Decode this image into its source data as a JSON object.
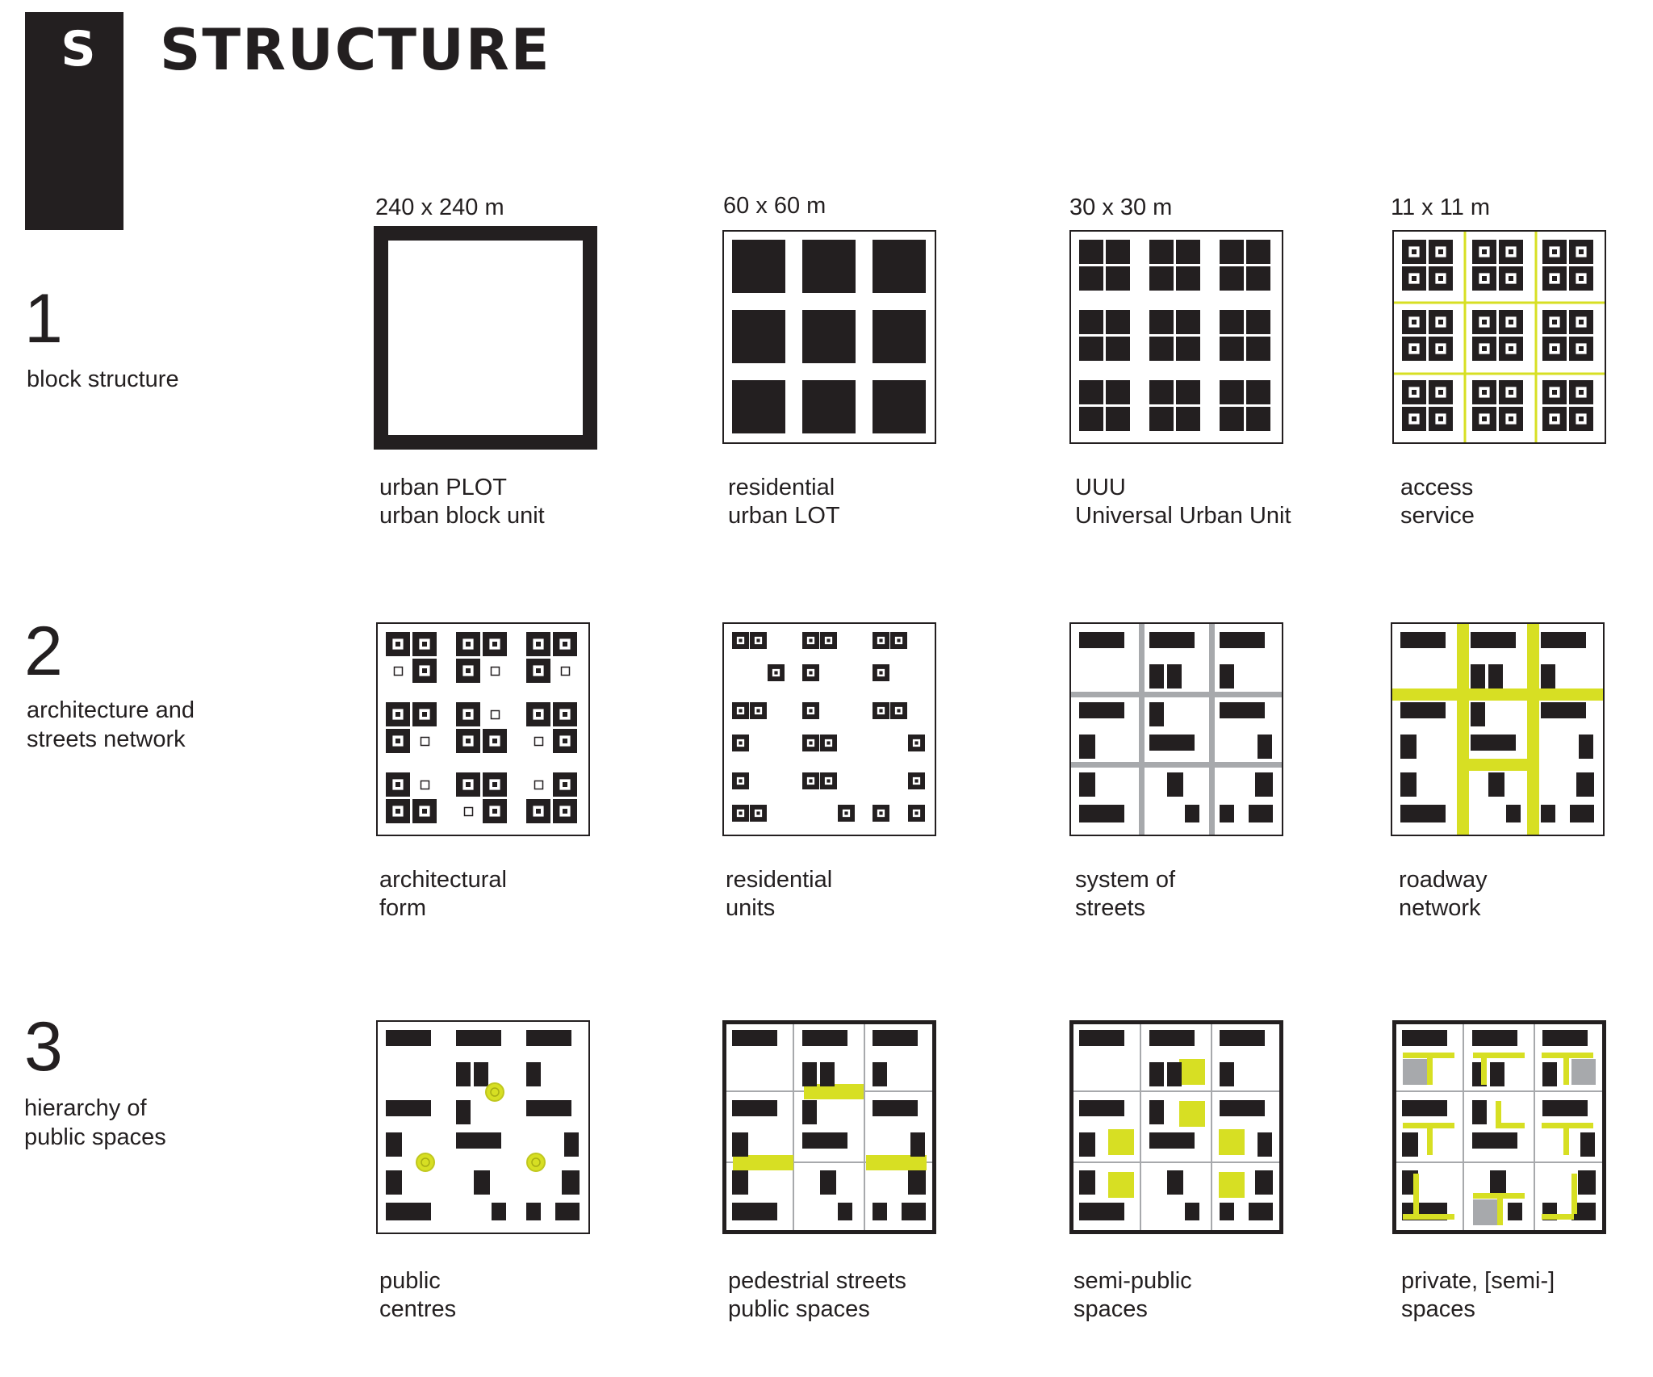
{
  "header": {
    "badge_letter": "S",
    "title": "STRUCTURE"
  },
  "rows": [
    {
      "number": "1",
      "label": "block structure"
    },
    {
      "number": "2",
      "label": "architecture and\nstreets network"
    },
    {
      "number": "3",
      "label": "hierarchy of\npublic spaces"
    }
  ],
  "scales": [
    "240 x 240 m",
    "60 x 60 m",
    "30 x 30 m",
    "11 x 11 m"
  ],
  "captions": {
    "row1": [
      "urban PLOT\nurban block unit",
      "residential\nurban LOT",
      "UUU\nUniversal Urban Unit",
      "access\nservice"
    ],
    "row2": [
      "architectural\nform",
      "residential\nunits",
      "system of\nstreets",
      "roadway\nnetwork"
    ],
    "row3": [
      "public\ncentres",
      "pedestrial streets\npublic spaces",
      "semi-public\nspaces",
      "private, [semi-]\nspaces"
    ]
  },
  "colors": {
    "ink": "#231f20",
    "accent": "#d7df23",
    "street": "#a7a9ac",
    "paper": "#ffffff"
  }
}
